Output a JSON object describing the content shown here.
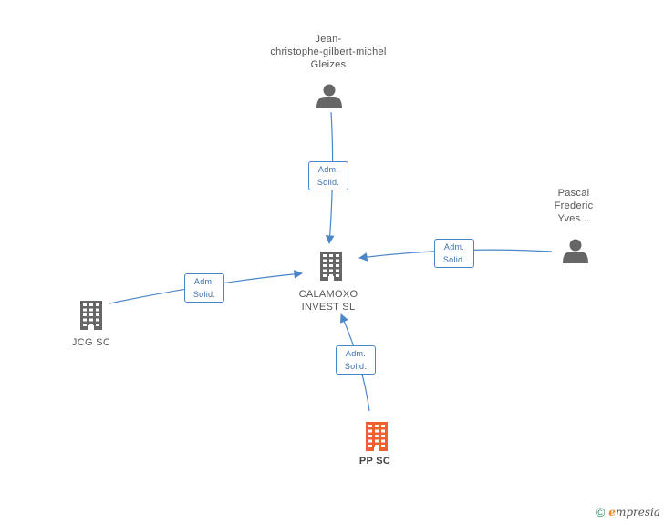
{
  "nodes": [
    {
      "id": "jean",
      "type": "person",
      "label_lines": [
        "Jean-",
        "christophe-gilbert-michel",
        "Gleizes"
      ],
      "color": "#666666"
    },
    {
      "id": "pascal",
      "type": "person",
      "label_lines": [
        "Pascal",
        "Frederic",
        "Yves..."
      ],
      "color": "#666666"
    },
    {
      "id": "calamoxo",
      "type": "company",
      "label_lines": [
        "CALAMOXO",
        "INVEST SL"
      ],
      "color": "#666666"
    },
    {
      "id": "jcg",
      "type": "company",
      "label_lines": [
        "JCG SC"
      ],
      "color": "#666666"
    },
    {
      "id": "ppsc",
      "type": "company",
      "label_lines": [
        "PP SC"
      ],
      "color": "#f0602e",
      "highlight": true
    }
  ],
  "edges": [
    {
      "from": "jean",
      "to": "calamoxo",
      "label_lines": [
        "Adm.",
        "Solid."
      ]
    },
    {
      "from": "pascal",
      "to": "calamoxo",
      "label_lines": [
        "Adm.",
        "Solid."
      ]
    },
    {
      "from": "jcg",
      "to": "calamoxo",
      "label_lines": [
        "Adm.",
        "Solid."
      ]
    },
    {
      "from": "ppsc",
      "to": "calamoxo",
      "label_lines": [
        "Adm.",
        "Solid."
      ]
    }
  ],
  "colors": {
    "edge": "#4a86c8",
    "node": "#666666",
    "highlight": "#f0602e"
  },
  "footer": {
    "copyright": "©",
    "brand_first": "e",
    "brand_rest": "mpresia"
  }
}
